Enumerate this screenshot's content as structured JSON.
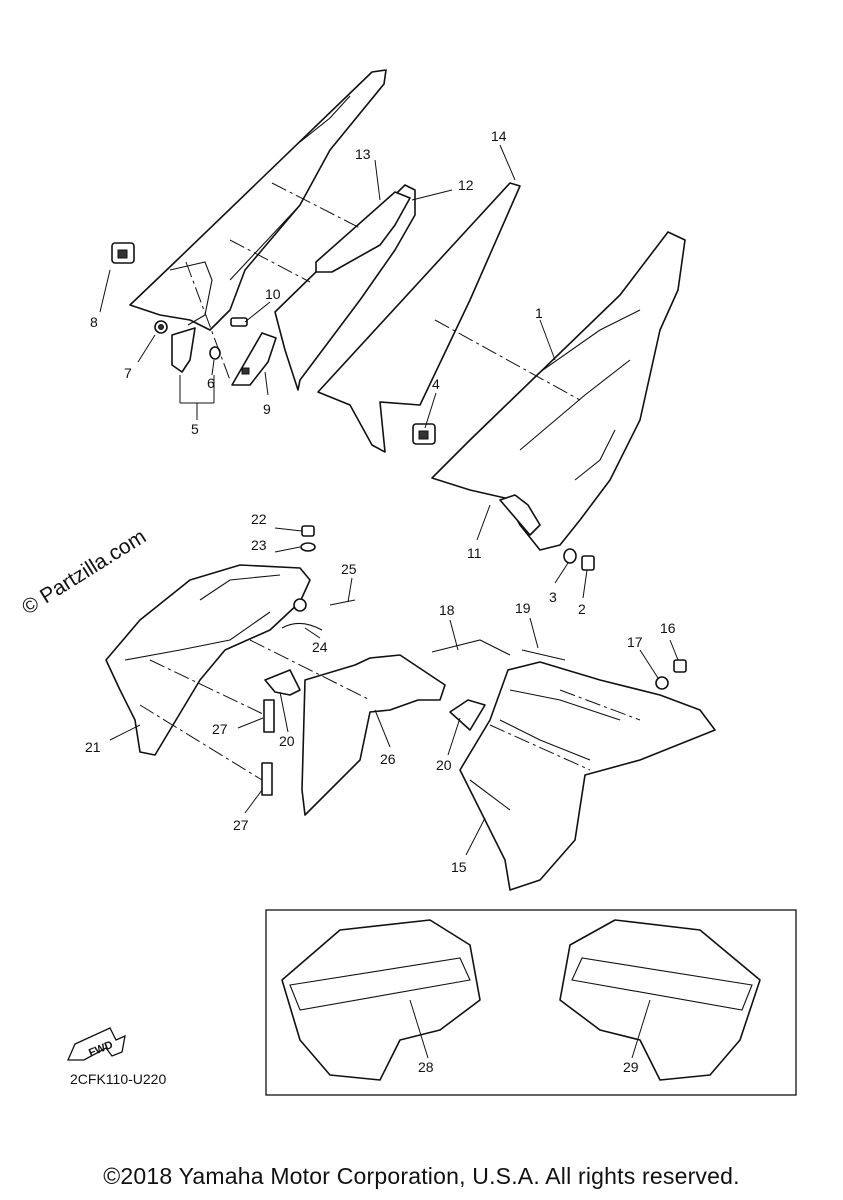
{
  "watermark": "© Partzilla.com",
  "diagram_code": "2CFK110-U220",
  "fwd_label": "FWD",
  "copyright": "©2018 Yamaha Motor Corporation, U.S.A. All rights reserved.",
  "callouts": {
    "n1": "1",
    "n2": "2",
    "n3": "3",
    "n4": "4",
    "n5": "5",
    "n6": "6",
    "n7": "7",
    "n8": "8",
    "n9": "9",
    "n10": "10",
    "n11": "11",
    "n12": "12",
    "n13": "13",
    "n14": "14",
    "n15": "15",
    "n16": "16",
    "n17": "17",
    "n18": "18",
    "n19": "19",
    "n20a": "20",
    "n20b": "20",
    "n21": "21",
    "n22": "22",
    "n23": "23",
    "n24": "24",
    "n25": "25",
    "n26": "26",
    "n27a": "27",
    "n27b": "27",
    "n28": "28",
    "n29": "29"
  }
}
